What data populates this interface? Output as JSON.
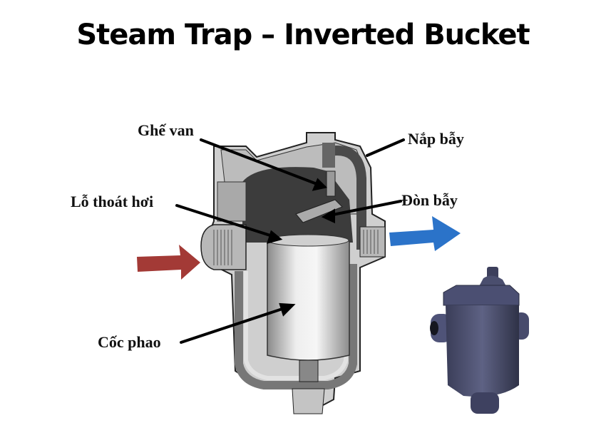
{
  "title": "Steam Trap – Inverted Bucket",
  "labels": {
    "valve_seat": "Ghế van",
    "trap_cap": "Nắp bẫy",
    "vent_hole": "Lỗ thoát hơi",
    "lever": "Đòn bẫy",
    "bucket": "Cốc phao"
  },
  "arrows": {
    "inlet": {
      "direction": "right",
      "color": "#a33a36"
    },
    "outlet": {
      "direction": "right",
      "color": "#2b73c9"
    }
  },
  "images": {
    "cutaway": "inverted-bucket-steam-trap-cutaway",
    "product": "inverted-bucket-steam-trap-photo"
  }
}
